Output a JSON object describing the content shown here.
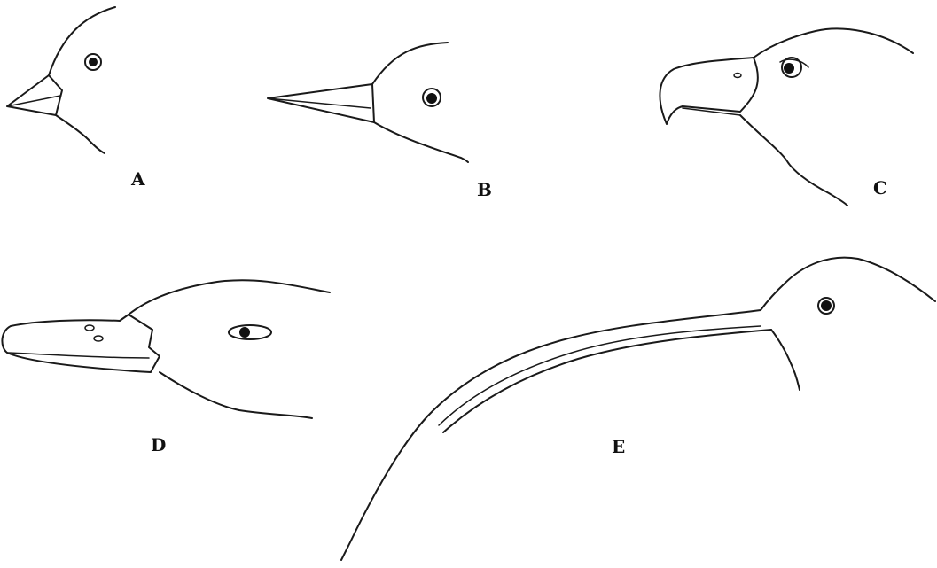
{
  "figure": {
    "labels": {
      "a": "A",
      "b": "B",
      "c": "C",
      "d": "D",
      "e": "E"
    },
    "stroke_color": "#1a1a1a",
    "background_color": "#ffffff"
  }
}
